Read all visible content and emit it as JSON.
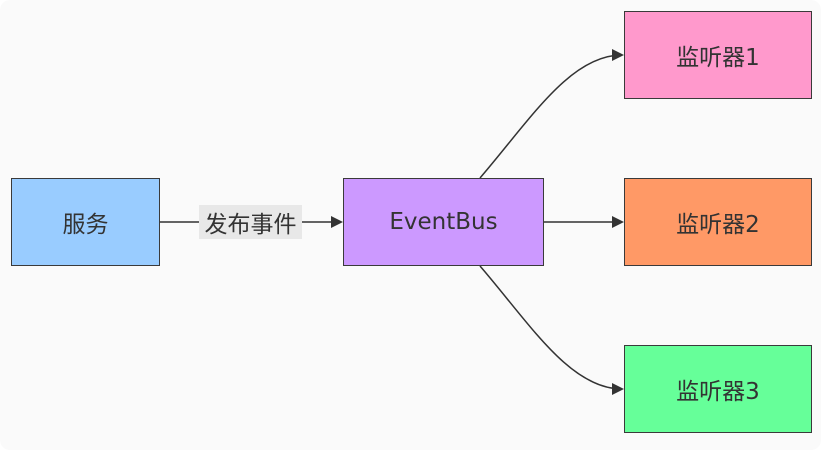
{
  "nodes": {
    "service": {
      "label": "服务",
      "color": "#99ccff"
    },
    "eventbus": {
      "label": "EventBus",
      "color": "#cc99ff"
    },
    "listener1": {
      "label": "监听器1",
      "color": "#ff99cc"
    },
    "listener2": {
      "label": "监听器2",
      "color": "#ff9966"
    },
    "listener3": {
      "label": "监听器3",
      "color": "#66ff99"
    }
  },
  "edges": {
    "service_to_bus": {
      "label": "发布事件"
    }
  },
  "colors": {
    "stroke": "#333333",
    "background": "#fafafa",
    "edge_label_bg": "#e8e8e8"
  }
}
